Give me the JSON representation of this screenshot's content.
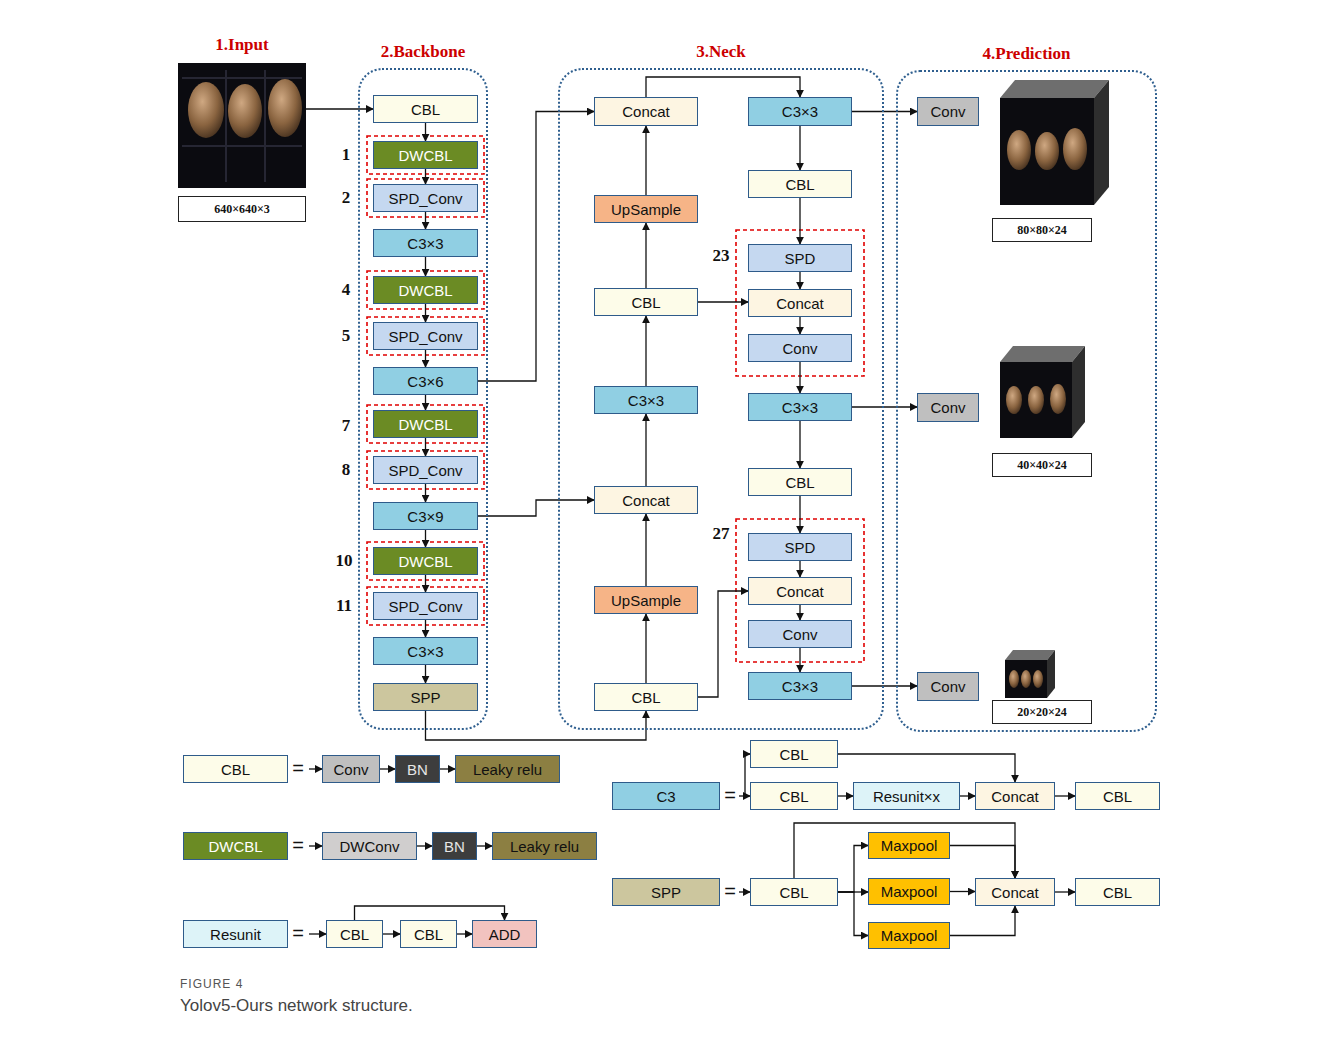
{
  "diagram": {
    "caption": "Yolov5-Ours network structure.",
    "nodes": [
      {
        "text": [
          "1.Input"
        ]
      },
      {
        "text": [
          "640×640×3"
        ]
      },
      {
        "text": [
          "2.Backbone"
        ]
      },
      {
        "text": [
          "CBL"
        ],
        "in": 2
      },
      {
        "text": [
          "DWCBL"
        ],
        "in": 2
      },
      {
        "text": [
          "SPD_Conv"
        ],
        "in": 2
      },
      {
        "text": [
          "C3×3"
        ],
        "in": 2
      },
      {
        "text": [
          "DWCBL"
        ],
        "in": 2
      },
      {
        "text": [
          "SPD_Conv"
        ],
        "in": 2
      },
      {
        "text": [
          "C3×6"
        ],
        "in": 2
      },
      {
        "text": [
          "DWCBL"
        ],
        "in": 2
      },
      {
        "text": [
          "SPD_Conv"
        ],
        "in": 2
      },
      {
        "text": [
          "C3×9"
        ],
        "in": 2
      },
      {
        "text": [
          "DWCBL"
        ],
        "in": 2
      },
      {
        "text": [
          "SPD_Conv"
        ],
        "in": 2
      },
      {
        "text": [
          "C3×3"
        ],
        "in": 2
      },
      {
        "text": [
          "SPP"
        ],
        "in": 2
      },
      {
        "text": [
          "3.Neck"
        ]
      },
      {
        "text": [
          "Concat"
        ],
        "in": 17
      },
      {
        "text": [
          "UpSample"
        ],
        "in": 17
      },
      {
        "text": [
          "CBL"
        ],
        "in": 17
      },
      {
        "text": [
          "C3×3"
        ],
        "in": 17
      },
      {
        "text": [
          "Concat"
        ],
        "in": 17
      },
      {
        "text": [
          "UpSample"
        ],
        "in": 17
      },
      {
        "text": [
          "CBL"
        ],
        "in": 17
      },
      {
        "text": [
          "C3×3"
        ],
        "in": 17
      },
      {
        "text": [
          "CBL"
        ],
        "in": 17
      },
      {
        "text": [
          "SPD"
        ],
        "in": 17
      },
      {
        "text": [
          "Concat"
        ],
        "in": 17
      },
      {
        "text": [
          "Conv"
        ],
        "in": 17
      },
      {
        "text": [
          "C3×3"
        ],
        "in": 17
      },
      {
        "text": [
          "CBL"
        ],
        "in": 17
      },
      {
        "text": [
          "SPD"
        ],
        "in": 17
      },
      {
        "text": [
          "Concat"
        ],
        "in": 17
      },
      {
        "text": [
          "Conv"
        ],
        "in": 17
      },
      {
        "text": [
          "C3×3"
        ],
        "in": 17
      },
      {
        "text": [
          "4.Prediction"
        ]
      },
      {
        "text": [
          "Conv"
        ],
        "in": 36
      },
      {
        "text": [
          "80×80×24"
        ],
        "in": 36
      },
      {
        "text": [
          "Conv"
        ],
        "in": 36
      },
      {
        "text": [
          "40×40×24"
        ],
        "in": 36
      },
      {
        "text": [
          "Conv"
        ],
        "in": 36
      },
      {
        "text": [
          "20×20×24"
        ],
        "in": 36
      },
      {
        "text": [
          "CBL"
        ]
      },
      {
        "text": [
          "Conv"
        ]
      },
      {
        "text": [
          "BN"
        ]
      },
      {
        "text": [
          "Leaky relu"
        ]
      },
      {
        "text": [
          "DWCBL"
        ]
      },
      {
        "text": [
          "DWConv"
        ]
      },
      {
        "text": [
          "BN"
        ]
      },
      {
        "text": [
          "Leaky relu"
        ]
      },
      {
        "text": [
          "Resunit"
        ]
      },
      {
        "text": [
          "CBL"
        ]
      },
      {
        "text": [
          "CBL"
        ]
      },
      {
        "text": [
          "ADD"
        ]
      },
      {
        "text": [
          "C3"
        ]
      },
      {
        "text": [
          "CBL"
        ]
      },
      {
        "text": [
          "CBL"
        ]
      },
      {
        "text": [
          "Resunit×x"
        ]
      },
      {
        "text": [
          "Concat"
        ]
      },
      {
        "text": [
          "CBL"
        ]
      },
      {
        "text": [
          "SPP"
        ]
      },
      {
        "text": [
          "CBL"
        ]
      },
      {
        "text": [
          "Maxpool"
        ]
      },
      {
        "text": [
          "Maxpool"
        ]
      },
      {
        "text": [
          "Maxpool"
        ]
      },
      {
        "text": [
          "Concat"
        ]
      },
      {
        "text": [
          "CBL"
        ]
      }
    ],
    "edges": [
      {
        "from": 0,
        "to": 3,
        "arrow": "to"
      },
      {
        "from": 3,
        "to": 4,
        "arrow": "to"
      },
      {
        "from": 4,
        "to": 5,
        "arrow": "to"
      },
      {
        "from": 5,
        "to": 6,
        "arrow": "to"
      },
      {
        "from": 6,
        "to": 7,
        "arrow": "to"
      },
      {
        "from": 7,
        "to": 8,
        "arrow": "to"
      },
      {
        "from": 8,
        "to": 9,
        "arrow": "to"
      },
      {
        "from": 9,
        "to": 10,
        "arrow": "to"
      },
      {
        "from": 10,
        "to": 11,
        "arrow": "to"
      },
      {
        "from": 11,
        "to": 12,
        "arrow": "to"
      },
      {
        "from": 12,
        "to": 13,
        "arrow": "to"
      },
      {
        "from": 13,
        "to": 14,
        "arrow": "to"
      },
      {
        "from": 14,
        "to": 15,
        "arrow": "to"
      },
      {
        "from": 15,
        "to": 16,
        "arrow": "to"
      },
      {
        "from": 16,
        "to": 24,
        "arrow": "to"
      },
      {
        "from": 9,
        "to": 18,
        "arrow": "to"
      },
      {
        "from": 12,
        "to": 22,
        "arrow": "to"
      },
      {
        "from": 24,
        "to": 23,
        "arrow": "to"
      },
      {
        "from": 23,
        "to": 22,
        "arrow": "to"
      },
      {
        "from": 22,
        "to": 21,
        "arrow": "to"
      },
      {
        "from": 21,
        "to": 20,
        "arrow": "to"
      },
      {
        "from": 20,
        "to": 19,
        "arrow": "to"
      },
      {
        "from": 19,
        "to": 18,
        "arrow": "to"
      },
      {
        "from": 18,
        "to": 25,
        "arrow": "to"
      },
      {
        "from": 25,
        "to": 26,
        "arrow": "to"
      },
      {
        "from": 26,
        "to": 27,
        "arrow": "to"
      },
      {
        "from": 27,
        "to": 28,
        "arrow": "to"
      },
      {
        "from": 28,
        "to": 29,
        "arrow": "to"
      },
      {
        "from": 29,
        "to": 30,
        "arrow": "to"
      },
      {
        "from": 30,
        "to": 31,
        "arrow": "to"
      },
      {
        "from": 31,
        "to": 32,
        "arrow": "to"
      },
      {
        "from": 32,
        "to": 33,
        "arrow": "to"
      },
      {
        "from": 33,
        "to": 34,
        "arrow": "to"
      },
      {
        "from": 34,
        "to": 35,
        "arrow": "to"
      },
      {
        "from": 20,
        "to": 28,
        "arrow": "to"
      },
      {
        "from": 24,
        "to": 33,
        "arrow": "to"
      },
      {
        "from": 25,
        "to": 37,
        "arrow": "to"
      },
      {
        "from": 30,
        "to": 39,
        "arrow": "to"
      },
      {
        "from": 35,
        "to": 41,
        "arrow": "to"
      },
      {
        "from": 44,
        "to": 45,
        "arrow": "to"
      },
      {
        "from": 45,
        "to": 46,
        "arrow": "to"
      },
      {
        "from": 48,
        "to": 49,
        "arrow": "to"
      },
      {
        "from": 49,
        "to": 50,
        "arrow": "to"
      },
      {
        "from": 52,
        "to": 53,
        "arrow": "to"
      },
      {
        "from": 53,
        "to": 54,
        "arrow": "to"
      },
      {
        "from": 52,
        "to": 54,
        "arrow": "to"
      },
      {
        "from": 56,
        "to": 59,
        "arrow": "to"
      },
      {
        "from": 57,
        "to": 58,
        "arrow": "to"
      },
      {
        "from": 58,
        "to": 59,
        "arrow": "to"
      },
      {
        "from": 59,
        "to": 60,
        "arrow": "to"
      },
      {
        "from": 62,
        "to": 63,
        "arrow": "to"
      },
      {
        "from": 62,
        "to": 64,
        "arrow": "to"
      },
      {
        "from": 62,
        "to": 65,
        "arrow": "to"
      },
      {
        "from": 62,
        "to": 66,
        "arrow": "to"
      },
      {
        "from": 63,
        "to": 66,
        "arrow": "to"
      },
      {
        "from": 64,
        "to": 66,
        "arrow": "to"
      },
      {
        "from": 65,
        "to": 66,
        "arrow": "to"
      },
      {
        "from": 66,
        "to": 67,
        "arrow": "to"
      }
    ],
    "labels": [
      "1",
      "2",
      "4",
      "5",
      "7",
      "8",
      "10",
      "11",
      "23",
      "27",
      "=",
      "=",
      "=",
      "=",
      "=",
      "FIGURE 4"
    ]
  }
}
